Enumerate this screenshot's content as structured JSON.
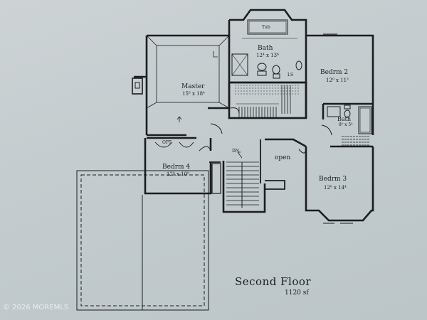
{
  "rooms": {
    "master": {
      "name": "Master",
      "size": "15⁶ x 18⁴"
    },
    "bath_main": {
      "name": "Bath",
      "size": "12⁴ x 13⁶"
    },
    "bedrm2": {
      "name": "Bedrm 2",
      "size": "12⁰ x 11³"
    },
    "bath_small": {
      "name": "Bath",
      "size": "8⁰ x 5⁴"
    },
    "bedrm3": {
      "name": "Bedrm 3",
      "size": "12⁰ x 14⁴"
    },
    "bedrm4": {
      "name": "Bedrm 4",
      "size": "12⁰ x 10⁰"
    },
    "open": {
      "name": "open"
    }
  },
  "fixtures": {
    "tub": "Tub",
    "ls": "LS",
    "dn": "DN",
    "opt": "OPT"
  },
  "floor": {
    "title": "Second Floor",
    "area": "1120 sf"
  },
  "watermark": "© 2026 MOREMLS",
  "colors": {
    "ink": "#1b1d1f",
    "paper": "#c6cdd0"
  }
}
